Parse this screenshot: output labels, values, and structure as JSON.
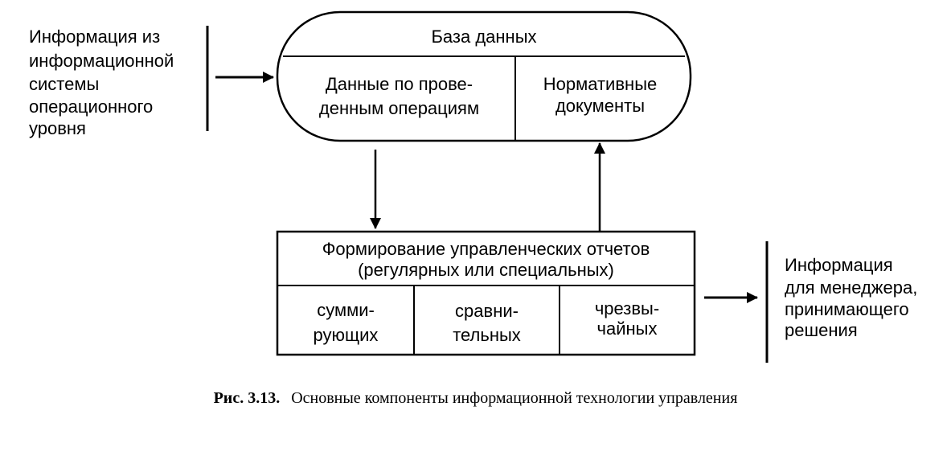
{
  "input_label": {
    "lines": [
      "Информация из",
      "информационной",
      "системы",
      "операционного",
      "уровня"
    ]
  },
  "database": {
    "title": "База  данных",
    "left_cell": [
      "Данные по прове-",
      "денным операциям"
    ],
    "right_cell": [
      "Нормативные",
      "документы"
    ]
  },
  "reports": {
    "title": [
      "Формирование управленческих  отчетов",
      "(регулярных или специальных)"
    ],
    "cells": [
      [
        "сумми-",
        "рующих"
      ],
      [
        "сравни-",
        "тельных"
      ],
      [
        "чрезвы-",
        "чайных"
      ]
    ]
  },
  "output_label": {
    "lines": [
      "Информация",
      "для менеджера,",
      "принимающего",
      "решения"
    ]
  },
  "caption": {
    "number": "Рис. 3.13.",
    "text": "Основные компоненты информационной технологии управления"
  }
}
